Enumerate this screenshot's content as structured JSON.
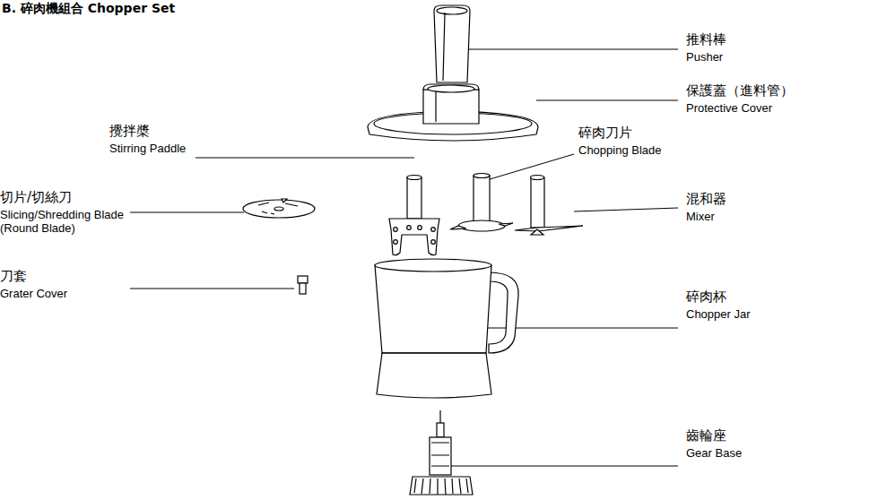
{
  "diagram": {
    "title": "B. 碎肉機組合 Chopper Set",
    "labels": [
      "推料棒",
      "Pusher",
      "保護蓋（進料管）",
      "Protective Cover",
      "攪拌槳",
      "Stirring Paddle",
      "碎肉刀片",
      "Chopping Blade",
      "切片/切絲刀",
      "Slicing/Shredding Blade (Round Blade)",
      "混和器",
      "Mixer",
      "刀套",
      "Grater Cover",
      "碎肉杯",
      "Chopper Jar",
      "齒輪座",
      "Gear Base"
    ]
  }
}
